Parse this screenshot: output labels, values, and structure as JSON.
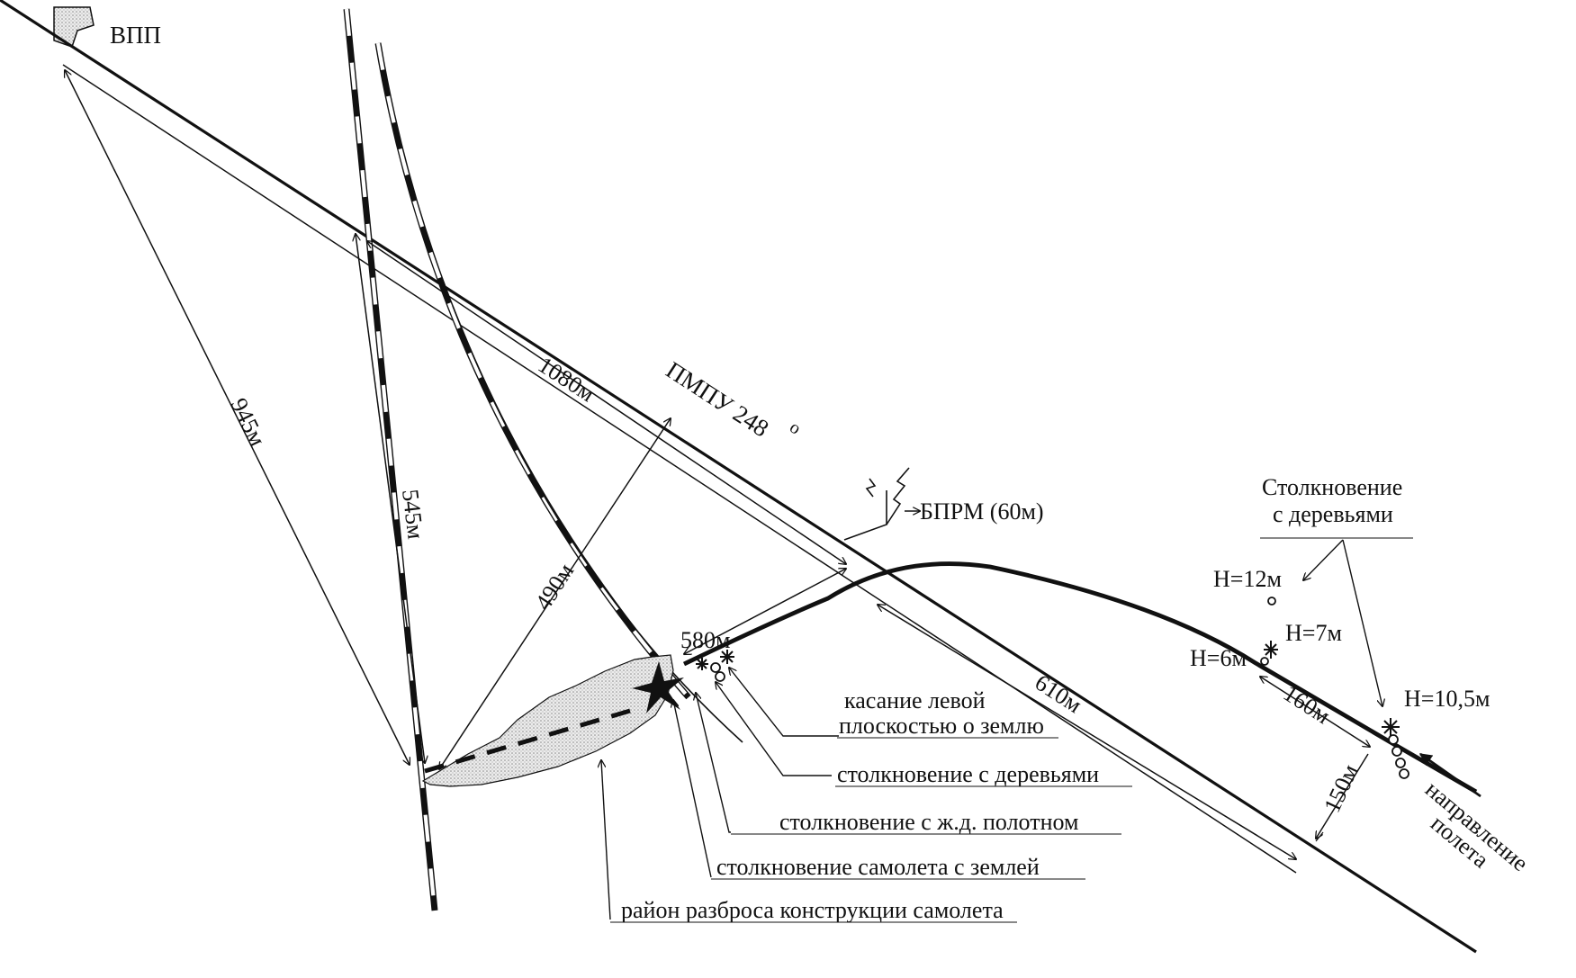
{
  "labels": {
    "runway": "ВПП",
    "course": "ПМПУ 248",
    "degree": "o",
    "beacon": "БПРМ (60м)",
    "tree_collision_title_1": "Столкновение",
    "tree_collision_title_2": "с деревьями",
    "h12": "Н=12м",
    "h7": "Н=7м",
    "h6": "Н=6м",
    "h105": "Н=10,5м",
    "direction_1": "направление",
    "direction_2": "полета",
    "dist_945": "945м",
    "dist_545": "545м",
    "dist_1080": "1080м",
    "dist_490": "490м",
    "dist_580": "580м",
    "dist_610": "610м",
    "dist_160": "160м",
    "dist_150": "150м",
    "legend_left_wing_1": "касание левой",
    "legend_left_wing_2": "плоскостью о землю",
    "legend_trees": "столкновение с деревьями",
    "legend_rail": "столкновение с ж.д. полотном",
    "legend_ground": "столкновение самолета с землей",
    "legend_debris": "район разброса конструкции самолета"
  },
  "colors": {
    "ink": "#111111",
    "debris_fill": "#d9d9d9"
  }
}
